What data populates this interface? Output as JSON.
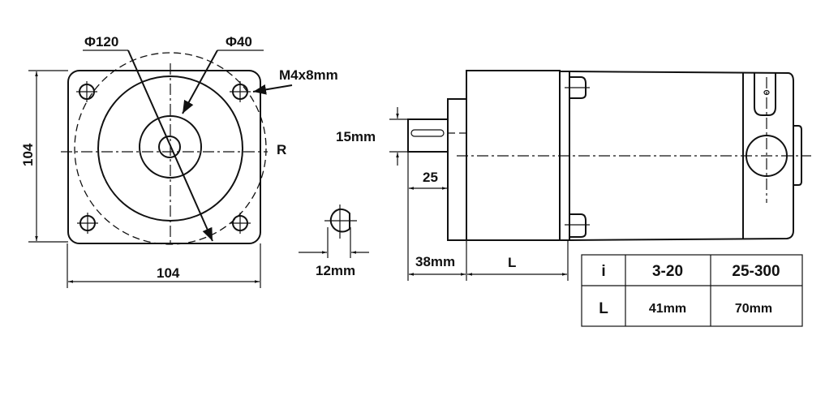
{
  "front_view": {
    "phi_outer": "Φ120",
    "phi_inner": "Φ40",
    "bolt": "M4x8mm",
    "rotation": "R",
    "height": "104",
    "width": "104"
  },
  "shaft_section": {
    "diameter": "12mm"
  },
  "side_view": {
    "key_height": "15mm",
    "key_length": "25",
    "shaft_length": "38mm",
    "gearbox_length": "L"
  },
  "table": {
    "rows": [
      [
        "i",
        "3-20",
        "25-300"
      ],
      [
        "L",
        "41mm",
        "70mm"
      ]
    ]
  }
}
